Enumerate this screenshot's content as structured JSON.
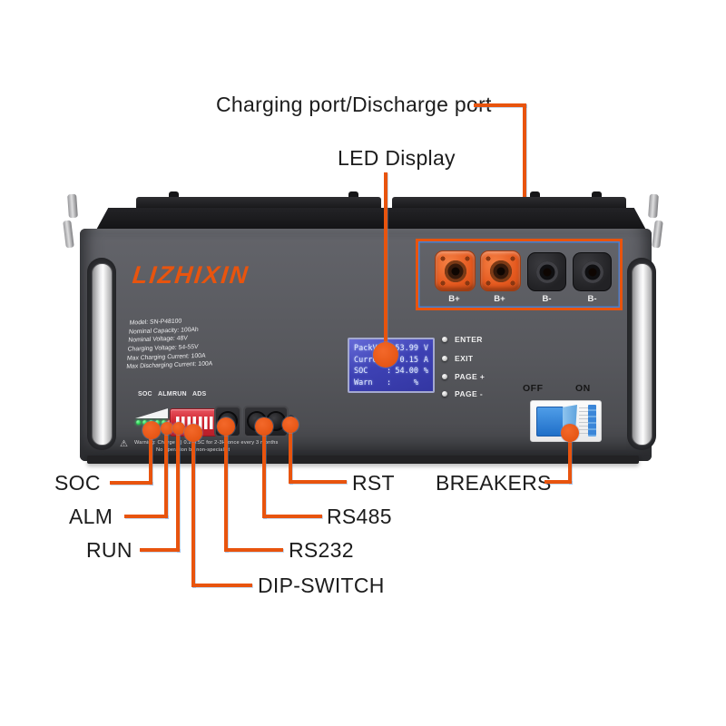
{
  "callouts": {
    "charging_port": "Charging port/Discharge port",
    "led_display": "LED Display",
    "soc": "SOC",
    "alm": "ALM",
    "run": "RUN",
    "dip_switch": "DIP-SWITCH",
    "rs232": "RS232",
    "rs485": "RS485",
    "rst": "RST",
    "breakers": "BREAKERS"
  },
  "device": {
    "brand": "LIZHIXIN",
    "spec_lines": [
      "Model: SN-P48100",
      "Nominal Capacity: 100Ah",
      "Nominal Voltage: 48V",
      "Charging Voltage: 54-55V",
      "Max Charging Current: 100A",
      "Max Discharging Current: 100A"
    ],
    "power_port_labels": [
      "B+",
      "B+",
      "B-",
      "B-"
    ],
    "lcd_rows": [
      {
        "label": "PackV",
        "value": "53.99",
        "unit": "V"
      },
      {
        "label": "Current",
        "value": "0.15",
        "unit": "A"
      },
      {
        "label": "SOC",
        "value": "54.00",
        "unit": "%"
      },
      {
        "label": "Warn",
        "value": "%",
        "unit": ""
      }
    ],
    "menu_buttons": [
      "ENTER",
      "EXIT",
      "PAGE +",
      "PAGE -"
    ],
    "indicator_labels": [
      "SOC",
      "ALM",
      "RUN",
      "ADS"
    ],
    "comm_labels": [
      "RS232",
      "RS485",
      "RS485",
      "RST"
    ],
    "breaker": {
      "off_label": "OFF",
      "on_label": "ON"
    },
    "warning_icon": "⚠",
    "warning_line1": "Warning: Charge ( ) 0.2-0.5C for 2-3H once every 3 months",
    "warning_line2": "No operation by non-specialist"
  },
  "colors": {
    "accent_orange": "#e8540e",
    "callout_blue_edge": "#5b8fd4",
    "lcd_blue": "#4347b8",
    "dip_red": "#d22b35",
    "breaker_blue": "#2e7fd6",
    "led_green": "#1ec944",
    "led_red": "#e03024"
  }
}
